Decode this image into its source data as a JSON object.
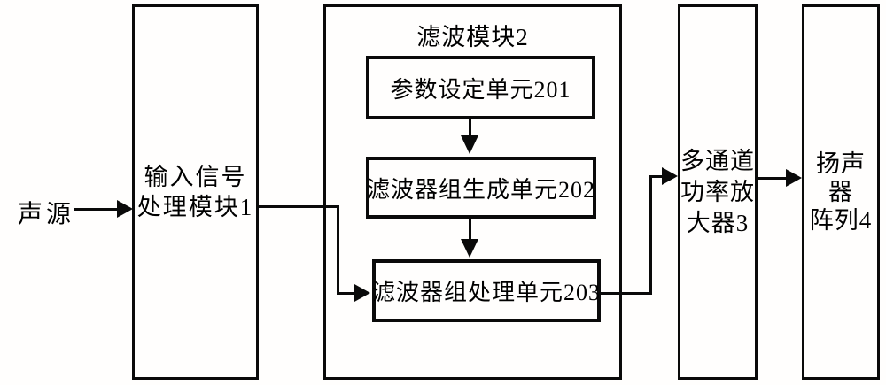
{
  "figure": {
    "background": "#ffffff",
    "line_color": "#0a0a0a",
    "source_label": "声源",
    "module1": {
      "line1": "输入信号",
      "line2": "处理模块1"
    },
    "module2": {
      "title": "滤波模块2",
      "unit201_label": "参数设定单元201",
      "unit202_label": "滤波器组生成单元202",
      "unit203_label": "滤波器组处理单元203"
    },
    "module3": {
      "line1": "多通道",
      "line2": "功率放",
      "line3": "大器3"
    },
    "module4": {
      "line1": "扬声器",
      "line2": "阵列4"
    }
  }
}
